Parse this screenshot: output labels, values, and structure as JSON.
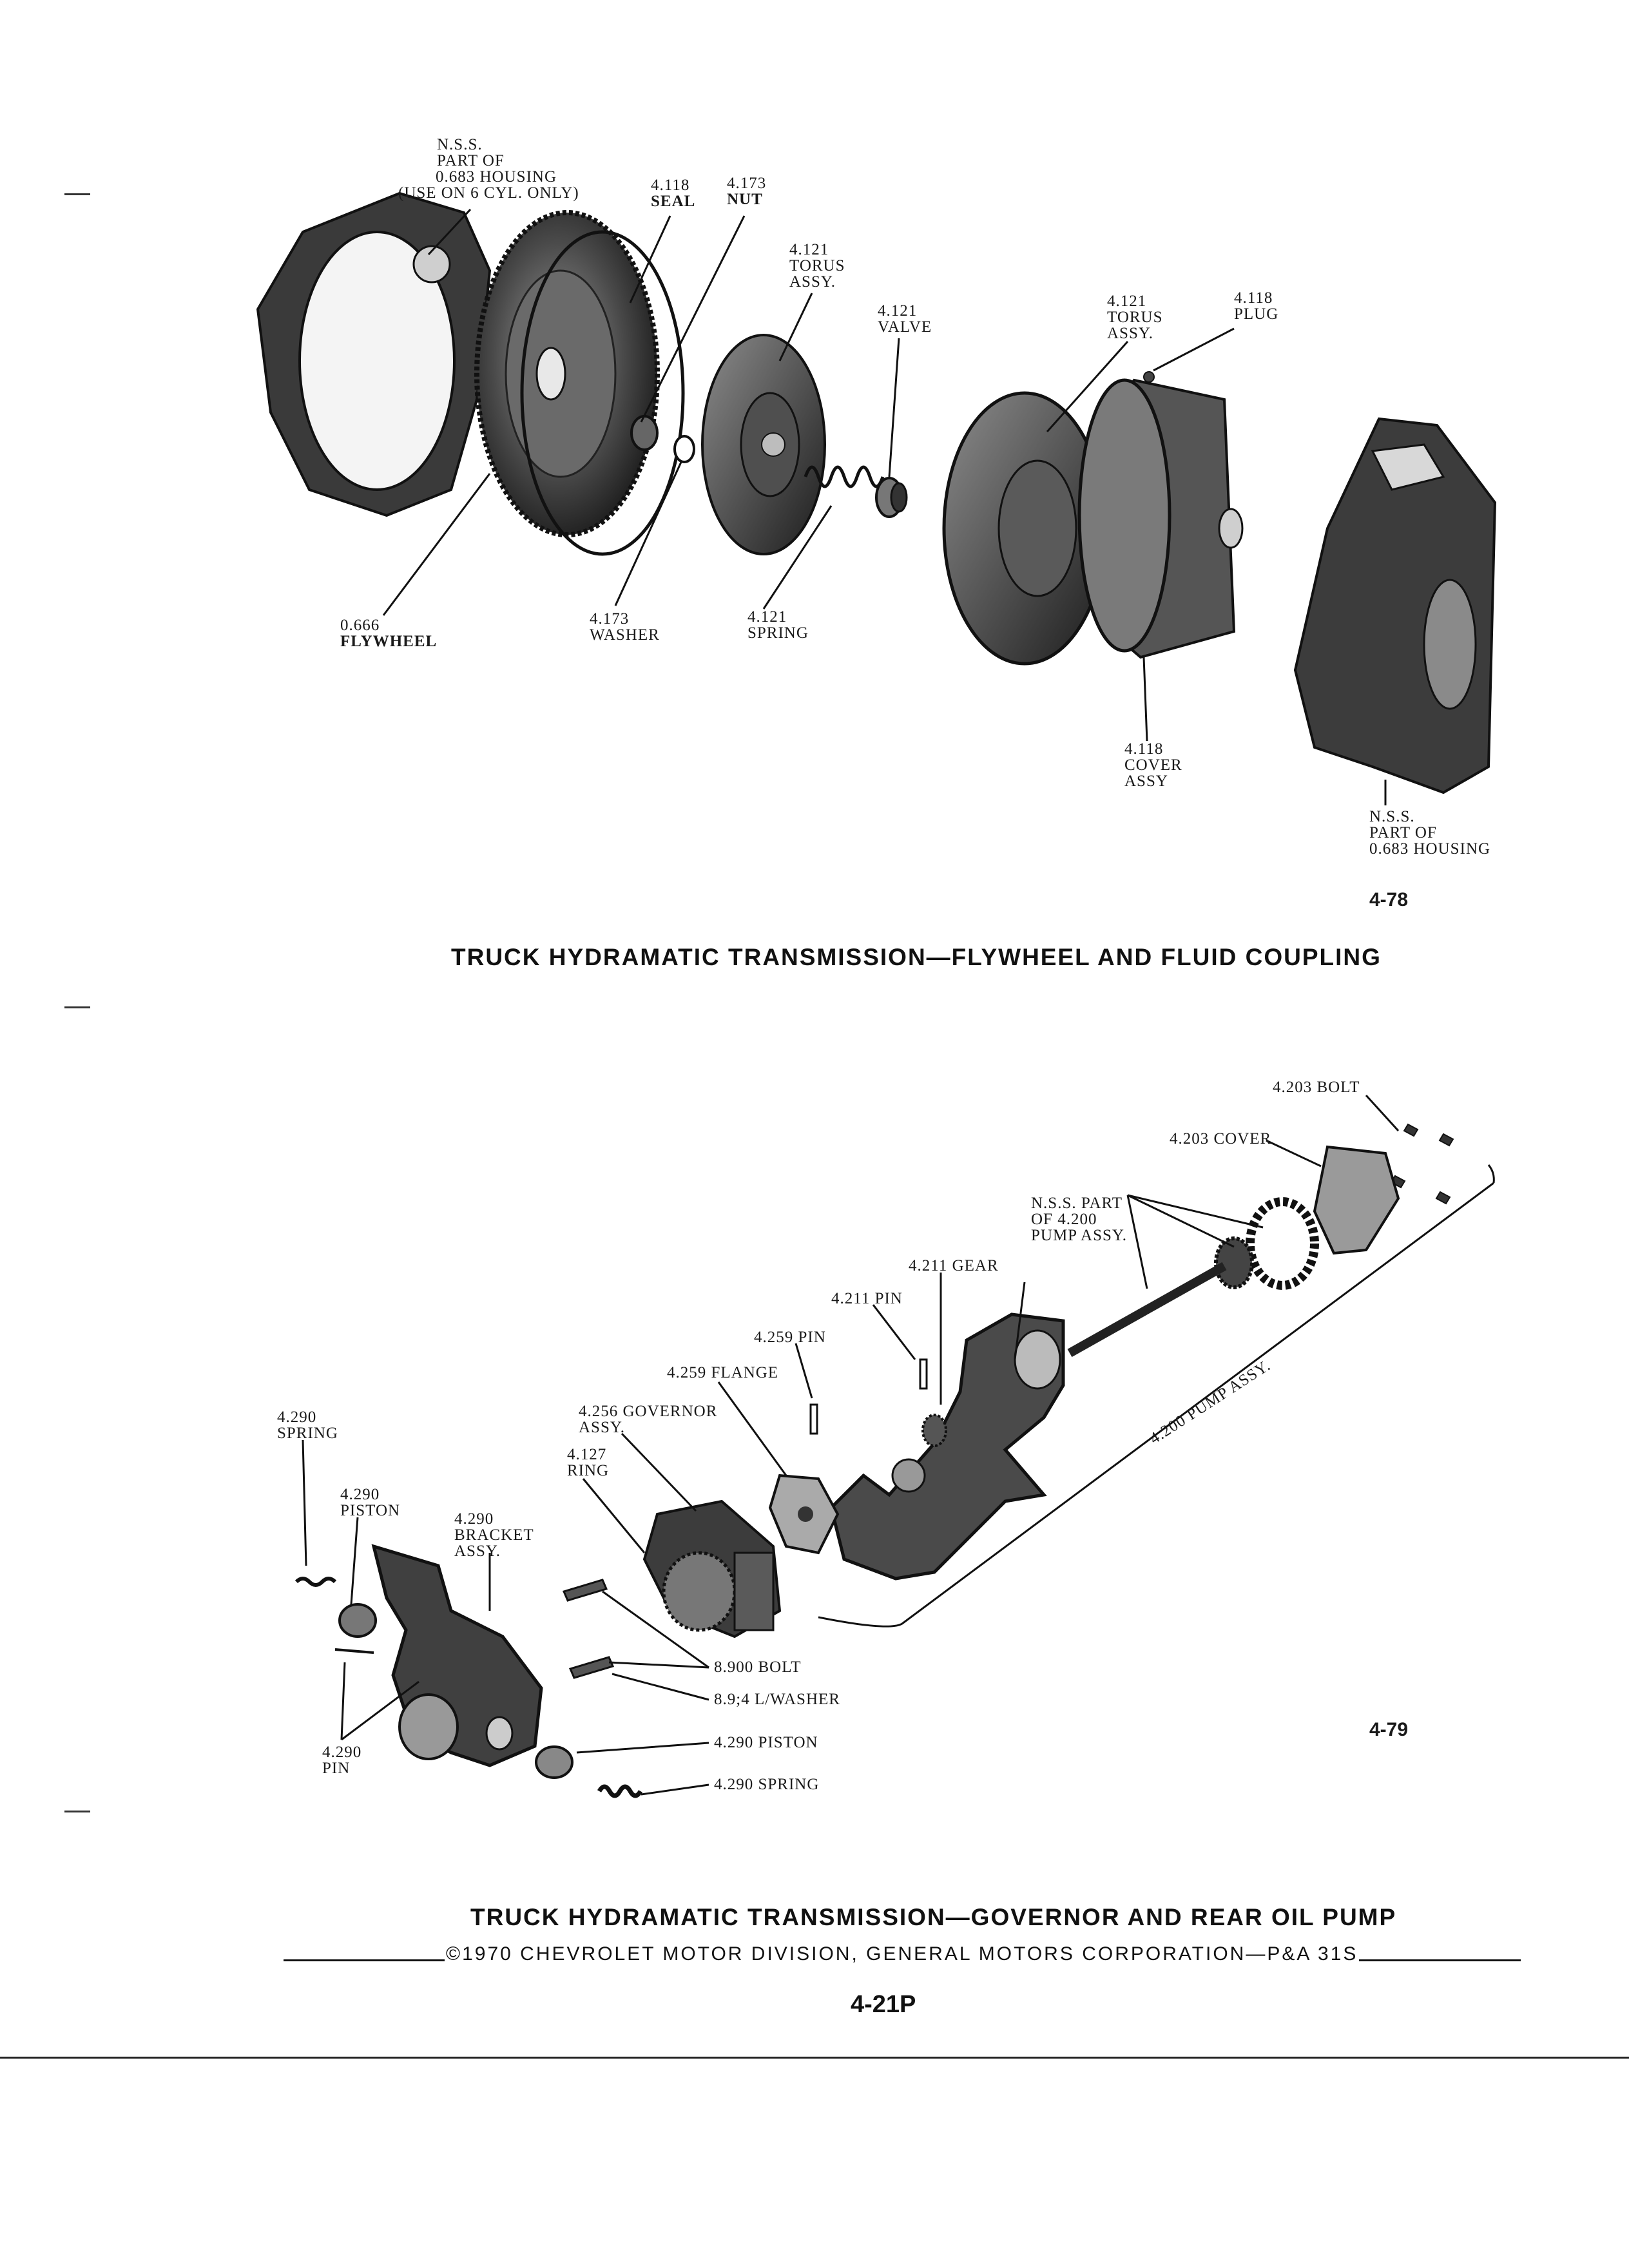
{
  "figure1": {
    "figure_number": "4-78",
    "caption": "TRUCK HYDRAMATIC TRANSMISSION—FLYWHEEL AND FLUID COUPLING",
    "labels": {
      "housing_front": [
        "N.S.S.",
        "PART OF",
        "0.683 HOUSING",
        "(USE ON 6 CYL. ONLY)"
      ],
      "seal": [
        "4.118",
        "SEAL"
      ],
      "nut": [
        "4.173",
        "NUT"
      ],
      "torus_assy_1": [
        "4.121",
        "TORUS",
        "ASSY."
      ],
      "valve": [
        "4.121",
        "VALVE"
      ],
      "torus_assy_2": [
        "4.121",
        "TORUS",
        "ASSY."
      ],
      "plug": [
        "4.118",
        "PLUG"
      ],
      "flywheel": [
        "0.666",
        "FLYWHEEL"
      ],
      "washer": [
        "4.173",
        "WASHER"
      ],
      "spring": [
        "4.121",
        "SPRING"
      ],
      "cover_assy": [
        "4.118",
        "COVER",
        "ASSY"
      ],
      "housing_rear": [
        "N.S.S.",
        "PART OF",
        "0.683 HOUSING"
      ]
    }
  },
  "figure2": {
    "figure_number": "4-79",
    "caption": "TRUCK HYDRAMATIC TRANSMISSION—GOVERNOR AND REAR OIL PUMP",
    "labels": {
      "bolt_4203": "4.203 BOLT",
      "cover_4203": "4.203 COVER",
      "nss_pump": [
        "N.S.S. PART",
        "OF 4.200",
        "PUMP ASSY."
      ],
      "gear_4211": "4.211 GEAR",
      "pin_4211": "4.211 PIN",
      "pin_4259": "4.259 PIN",
      "flange_4259": "4.259 FLANGE",
      "governor_assy": [
        "4.256 GOVERNOR",
        "ASSY."
      ],
      "ring_4127": [
        "4.127",
        "RING"
      ],
      "spring_4290_left": [
        "4.290",
        "SPRING"
      ],
      "piston_4290_left": [
        "4.290",
        "PISTON"
      ],
      "bracket_assy": [
        "4.290",
        "BRACKET",
        "ASSY."
      ],
      "pin_4290": [
        "4.290",
        "PIN"
      ],
      "bolt_8900": "8.900 BOLT",
      "lwasher_8934": "8.9;4 L/WASHER",
      "piston_4290_right": "4.290 PISTON",
      "spring_4290_right": "4.290 SPRING",
      "pump_assy": "4.200 PUMP ASSY."
    }
  },
  "footer": {
    "copyright": "©1970 CHEVROLET MOTOR DIVISION, GENERAL MOTORS CORPORATION—P&A 31S",
    "page_number": "4-21P"
  }
}
